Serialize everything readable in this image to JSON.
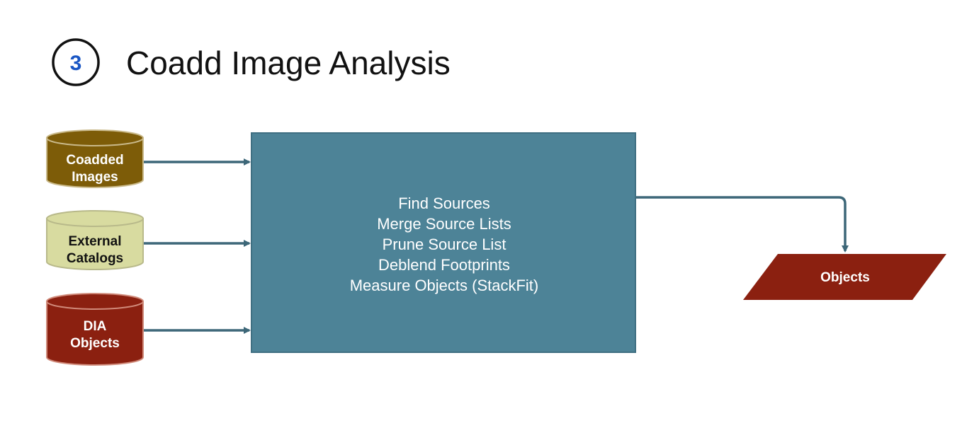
{
  "title": {
    "step_number": "3",
    "text": "Coadd Image Analysis"
  },
  "inputs": [
    {
      "lines": [
        "Coadded",
        "Images"
      ],
      "fill": "#7d5c08",
      "stroke": "#c9b98a",
      "text_color": "#ffffff"
    },
    {
      "lines": [
        "External",
        "Catalogs"
      ],
      "fill": "#d8dba0",
      "stroke": "#b8b98a",
      "text_color": "#111111"
    },
    {
      "lines": [
        "DIA",
        "Objects"
      ],
      "fill": "#8b2010",
      "stroke": "#d08a7a",
      "text_color": "#ffffff"
    }
  ],
  "process": {
    "fill": "#4d8397",
    "stroke": "#3f6f82",
    "steps": [
      "Find Sources",
      "Merge Source Lists",
      "Prune Source List",
      "Deblend Footprints",
      "Measure Objects (StackFit)"
    ]
  },
  "output": {
    "label": "Objects",
    "fill": "#8b2010"
  },
  "connector_color": "#3d6778"
}
